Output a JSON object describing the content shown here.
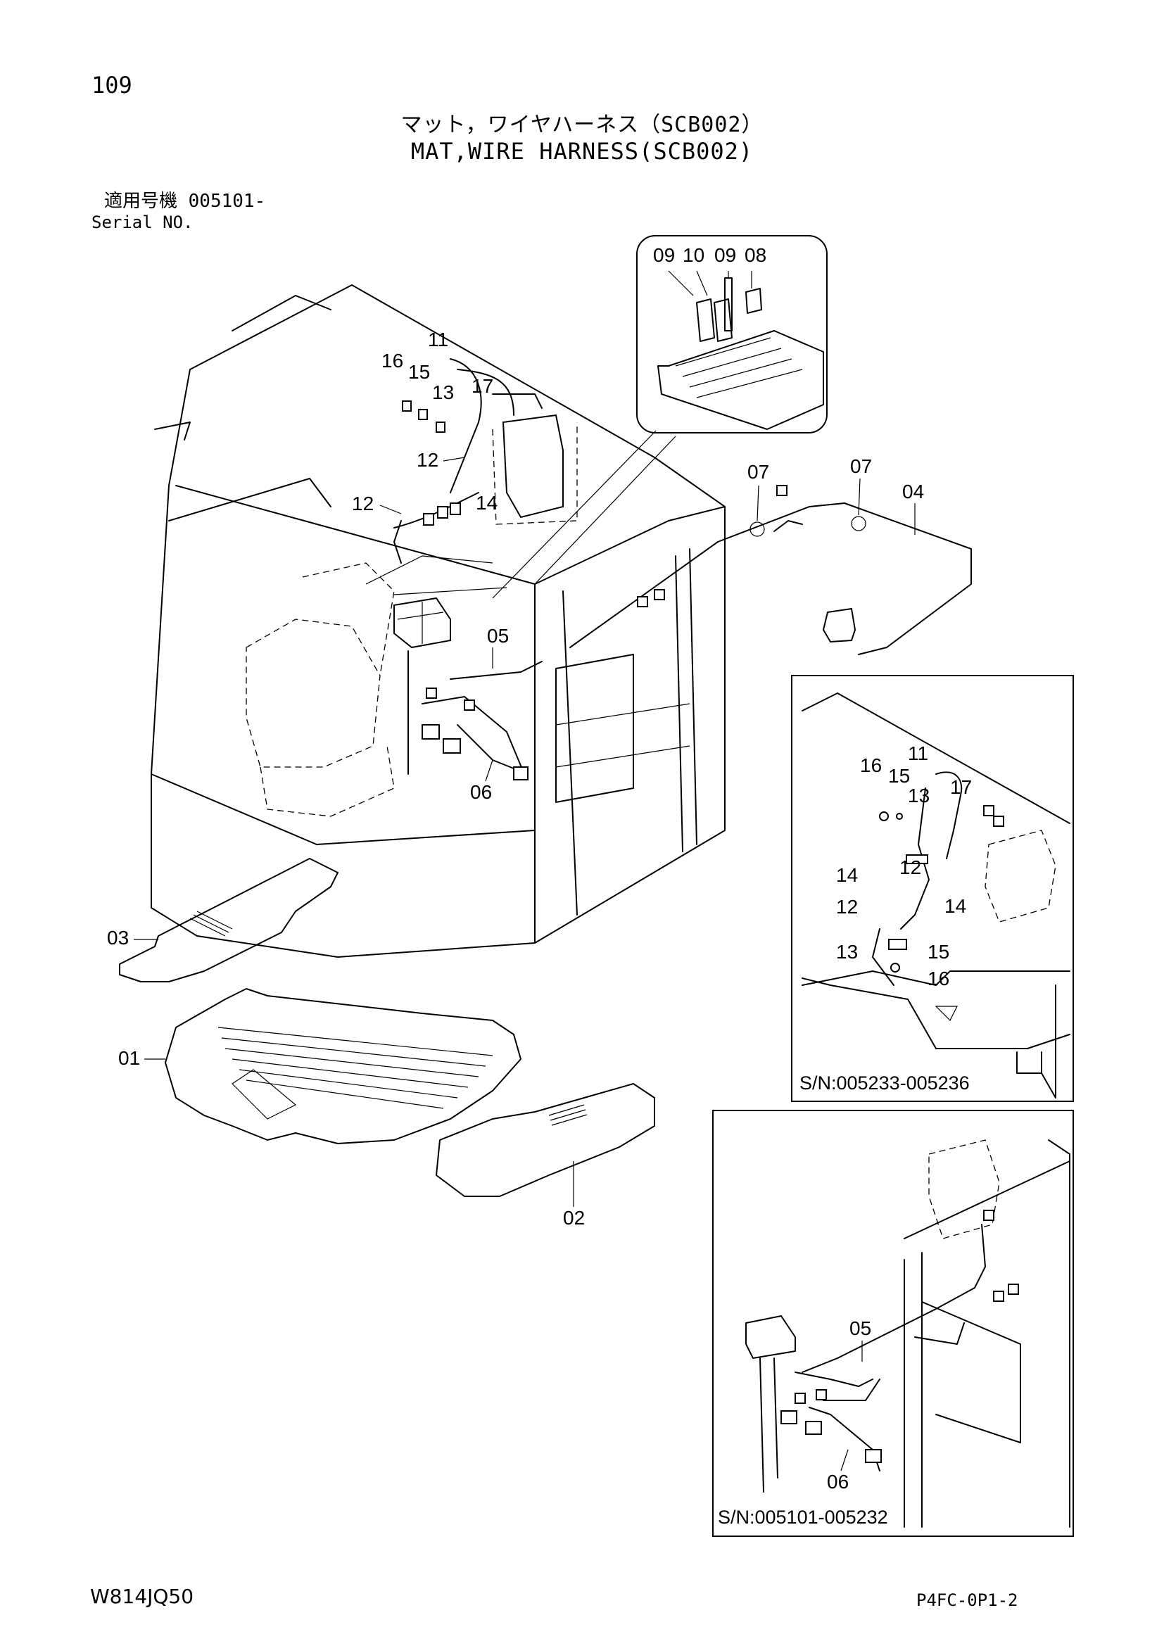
{
  "page": {
    "number": "109",
    "title_jp": "マット，ワイヤハーネス（SCB002）",
    "title_en": "MAT,WIRE HARNESS(SCB002)",
    "serial_jp": "適用号機 005101-",
    "serial_en": "Serial NO.",
    "doc_code": "W814JQ50",
    "sheet_code": "P4FC-0P1-2"
  },
  "main_view": {
    "labels": [
      "01",
      "02",
      "03",
      "04",
      "05",
      "06",
      "07",
      "07",
      "11",
      "12",
      "12",
      "13",
      "14",
      "15",
      "16",
      "17"
    ]
  },
  "fuse_detail": {
    "labels": [
      "09",
      "10",
      "09",
      "08"
    ]
  },
  "inset_top": {
    "caption": "S/N:005233-005236",
    "labels": [
      "11",
      "16",
      "15",
      "13",
      "17",
      "12",
      "14",
      "14",
      "12",
      "13",
      "15",
      "16"
    ]
  },
  "inset_bottom": {
    "caption": "S/N:005101-005232",
    "labels": [
      "05",
      "06"
    ]
  }
}
